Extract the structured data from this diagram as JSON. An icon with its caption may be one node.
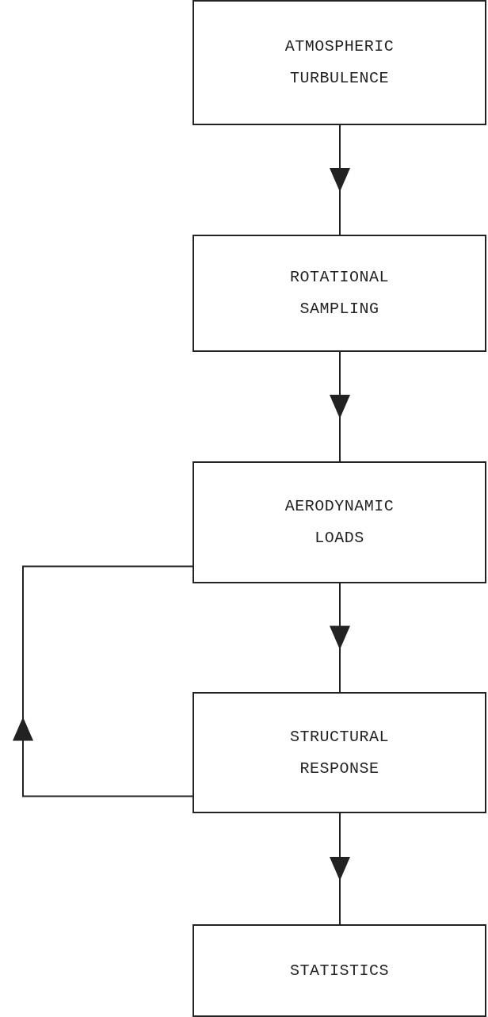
{
  "diagram": {
    "nodes": [
      {
        "text": [
          "ATMOSPHERIC TURBULENCE"
        ]
      },
      {
        "text": [
          "ROTATIONAL SAMPLING"
        ]
      },
      {
        "text": [
          "AERODYNAMIC LOADS"
        ]
      },
      {
        "text": [
          "STRUCTURAL RESPONSE"
        ]
      },
      {
        "text": [
          "STATISTICS"
        ]
      }
    ],
    "edges": [
      {
        "from": 0,
        "to": 1,
        "arrow": "to"
      },
      {
        "from": 1,
        "to": 2,
        "arrow": "to"
      },
      {
        "from": 2,
        "to": 3,
        "arrow": "to"
      },
      {
        "from": 3,
        "to": 4,
        "arrow": "to"
      },
      {
        "from": 3,
        "to": 2,
        "arrow": "to"
      }
    ]
  }
}
